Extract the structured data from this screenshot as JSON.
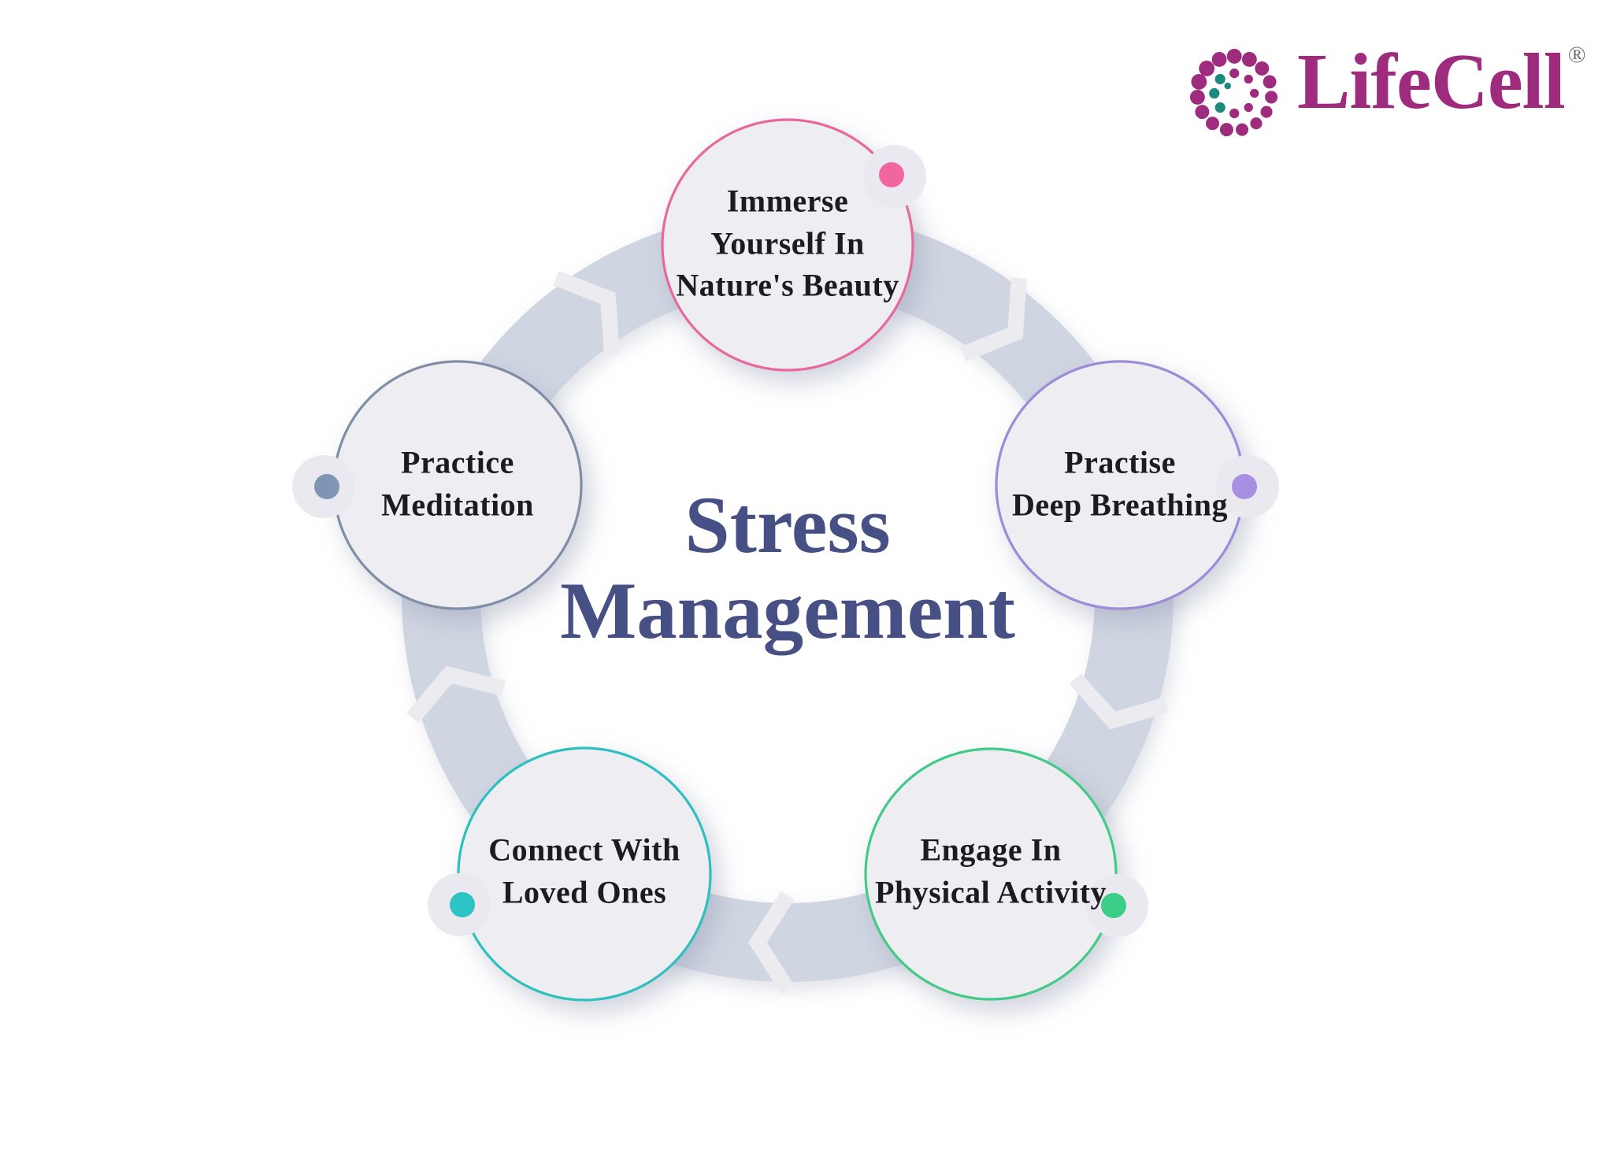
{
  "logo": {
    "brand": "LifeCell",
    "registered": "®",
    "brand_color": "#9e2b7d",
    "dot_accent_color": "#1d8a7e"
  },
  "title": {
    "text": "Stress\nManagement",
    "color": "#475085"
  },
  "ring": {
    "color": "#cfd5e1",
    "break_color": "#ebebf0",
    "node_fill": "#ededf2",
    "bump_color": "#e9e9ef"
  },
  "nodes": [
    {
      "id": "nature",
      "label": "Immerse\nYourself In\nNature's Beauty",
      "accent": "#e8679b",
      "dot": "#f1679d"
    },
    {
      "id": "breathing",
      "label": "Practise\nDeep Breathing",
      "accent": "#9d8ad8",
      "dot": "#a78fe2"
    },
    {
      "id": "physical",
      "label": "Engage In\nPhysical Activity",
      "accent": "#42ca87",
      "dot": "#3bce86"
    },
    {
      "id": "loved-ones",
      "label": "Connect With\nLoved Ones",
      "accent": "#2fbfbf",
      "dot": "#2cc4c4"
    },
    {
      "id": "meditation",
      "label": "Practice\nMeditation",
      "accent": "#7f8ea6",
      "dot": "#8095b3"
    }
  ]
}
